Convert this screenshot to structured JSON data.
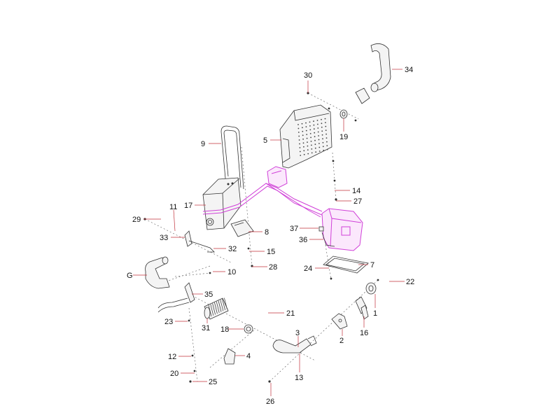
{
  "labels": [
    "30",
    "34",
    "19",
    "5",
    "9",
    "14",
    "27",
    "17",
    "29",
    "11",
    "8",
    "37",
    "33",
    "32",
    "36",
    "15",
    "28",
    "7",
    "24",
    "G",
    "10",
    "35",
    "22",
    "1",
    "23",
    "31",
    "18",
    "21",
    "16",
    "3",
    "2",
    "4",
    "12",
    "20",
    "13",
    "25",
    "26"
  ],
  "colors": {
    "part": "#333333",
    "harness": "#d040d8",
    "leader": "#c0303a"
  }
}
